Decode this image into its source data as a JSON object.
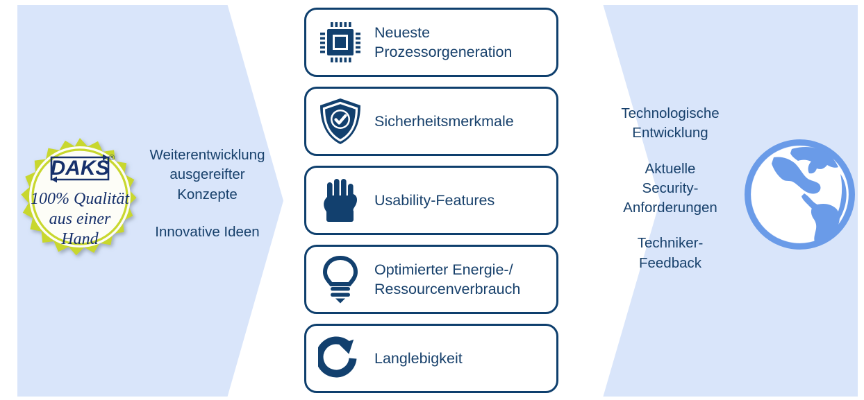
{
  "graphic": {
    "title": "DAKS Produktentwicklung Infografik",
    "colors": {
      "panel_background": "#d9e5fa",
      "text_navy": "#17406b",
      "border_navy": "#0e3f6d",
      "seal_green": "#c8d72e",
      "globe_blue": "#6a9be8",
      "card_background": "#ffffff"
    }
  },
  "left_panel": {
    "name": "input-panel",
    "seal": {
      "brand": "DAKS",
      "registered_mark": "®",
      "claim_lines": [
        "100% Qualität",
        "aus einer",
        "Hand"
      ],
      "icon_name": "quality-seal-badge"
    },
    "paragraphs": [
      {
        "lines": [
          "Weiterentwicklung",
          "ausgereifter",
          "Konzepte"
        ]
      },
      {
        "lines": [
          "Innovative Ideen"
        ]
      }
    ]
  },
  "center_panel": {
    "name": "feature-cards",
    "cards": [
      {
        "icon": "processor-chip-icon",
        "lines": [
          "Neueste",
          "Prozessorgeneration"
        ]
      },
      {
        "icon": "shield-check-icon",
        "lines": [
          "Sicherheitsmerkmale"
        ]
      },
      {
        "icon": "hand-icon",
        "lines": [
          "Usability-Features"
        ]
      },
      {
        "icon": "lightbulb-icon",
        "lines": [
          "Optimierter Energie-/",
          "Ressourcenverbrauch"
        ]
      },
      {
        "icon": "refresh-cycle-icon",
        "lines": [
          "Langlebigkeit"
        ]
      }
    ]
  },
  "right_panel": {
    "name": "drivers-panel",
    "globe": {
      "icon_name": "globe-icon"
    },
    "paragraphs": [
      {
        "lines": [
          "Technologische",
          "Entwicklung"
        ]
      },
      {
        "lines": [
          "Aktuelle",
          "Security-",
          "Anforderungen"
        ]
      },
      {
        "lines": [
          "Techniker-",
          "Feedback"
        ]
      }
    ]
  }
}
